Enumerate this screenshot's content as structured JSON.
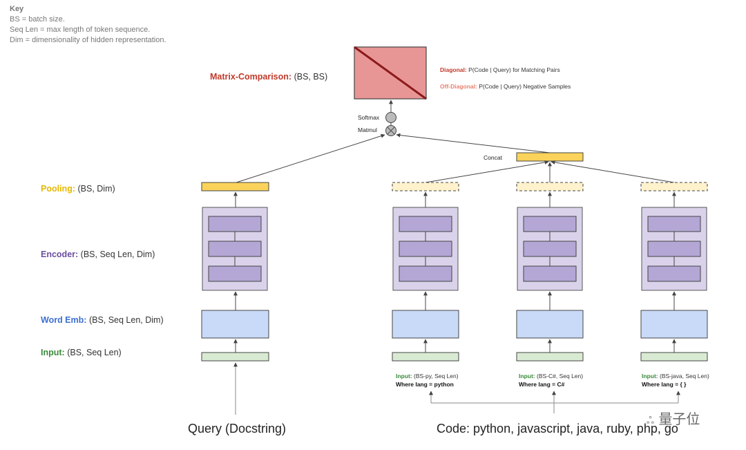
{
  "key": {
    "title": "Key",
    "lines": [
      "BS = batch size.",
      "Seq Len = max length of token sequence.",
      "Dim = dimensionality of hidden representation."
    ]
  },
  "labels": {
    "matrix": {
      "name": "Matrix-Comparison",
      "shape": "(BS, BS)"
    },
    "pooling": {
      "name": "Pooling",
      "shape": "(BS, Dim)"
    },
    "encoder": {
      "name": "Encoder",
      "shape": "(BS, Seq Len, Dim)"
    },
    "word_emb": {
      "name": "Word Emb",
      "shape": "(BS, Seq Len, Dim)"
    },
    "input": {
      "name": "Input",
      "shape": "(BS, Seq Len)"
    }
  },
  "ops": {
    "softmax": "Softmax",
    "matmul": "Matmul",
    "concat": "Concat"
  },
  "legend": {
    "diagonal_key": "Diagonal",
    "diagonal_text": "P(Code | Query) for Matching Pairs",
    "offdiag_key": "Off-Diagonal",
    "offdiag_text": "P(Code | Query) Negative Samples"
  },
  "code_inputs": [
    {
      "key": "Input",
      "shape": "(BS-py, Seq Len)",
      "lang": "Where lang = python"
    },
    {
      "key": "Input",
      "shape": "(BS-C#, Seq Len)",
      "lang": "Where lang = C#"
    },
    {
      "key": "Input",
      "shape": "(BS-java, Seq Len)",
      "lang": "Where lang = { }"
    }
  ],
  "bottom": {
    "query": "Query (Docstring)",
    "code": "Code: python, javascript, java, ruby, php, go"
  },
  "watermark": "量子位",
  "colors": {
    "matrix": "#c0392b",
    "pooling": "#e6b800",
    "encoder": "#6b4fa0",
    "word_emb": "#3d6fd0",
    "input": "#3a8a3a",
    "matrix_fill": "#e89595",
    "diag_line": "#8b1a1a",
    "pool_fill": "#fbd35a",
    "pool_dashed_fill": "#fff2cc",
    "enc_outer": "#d9d2ea",
    "enc_inner": "#b4a7d6",
    "emb_fill": "#c9daf8",
    "input_fill": "#d9ead3"
  }
}
